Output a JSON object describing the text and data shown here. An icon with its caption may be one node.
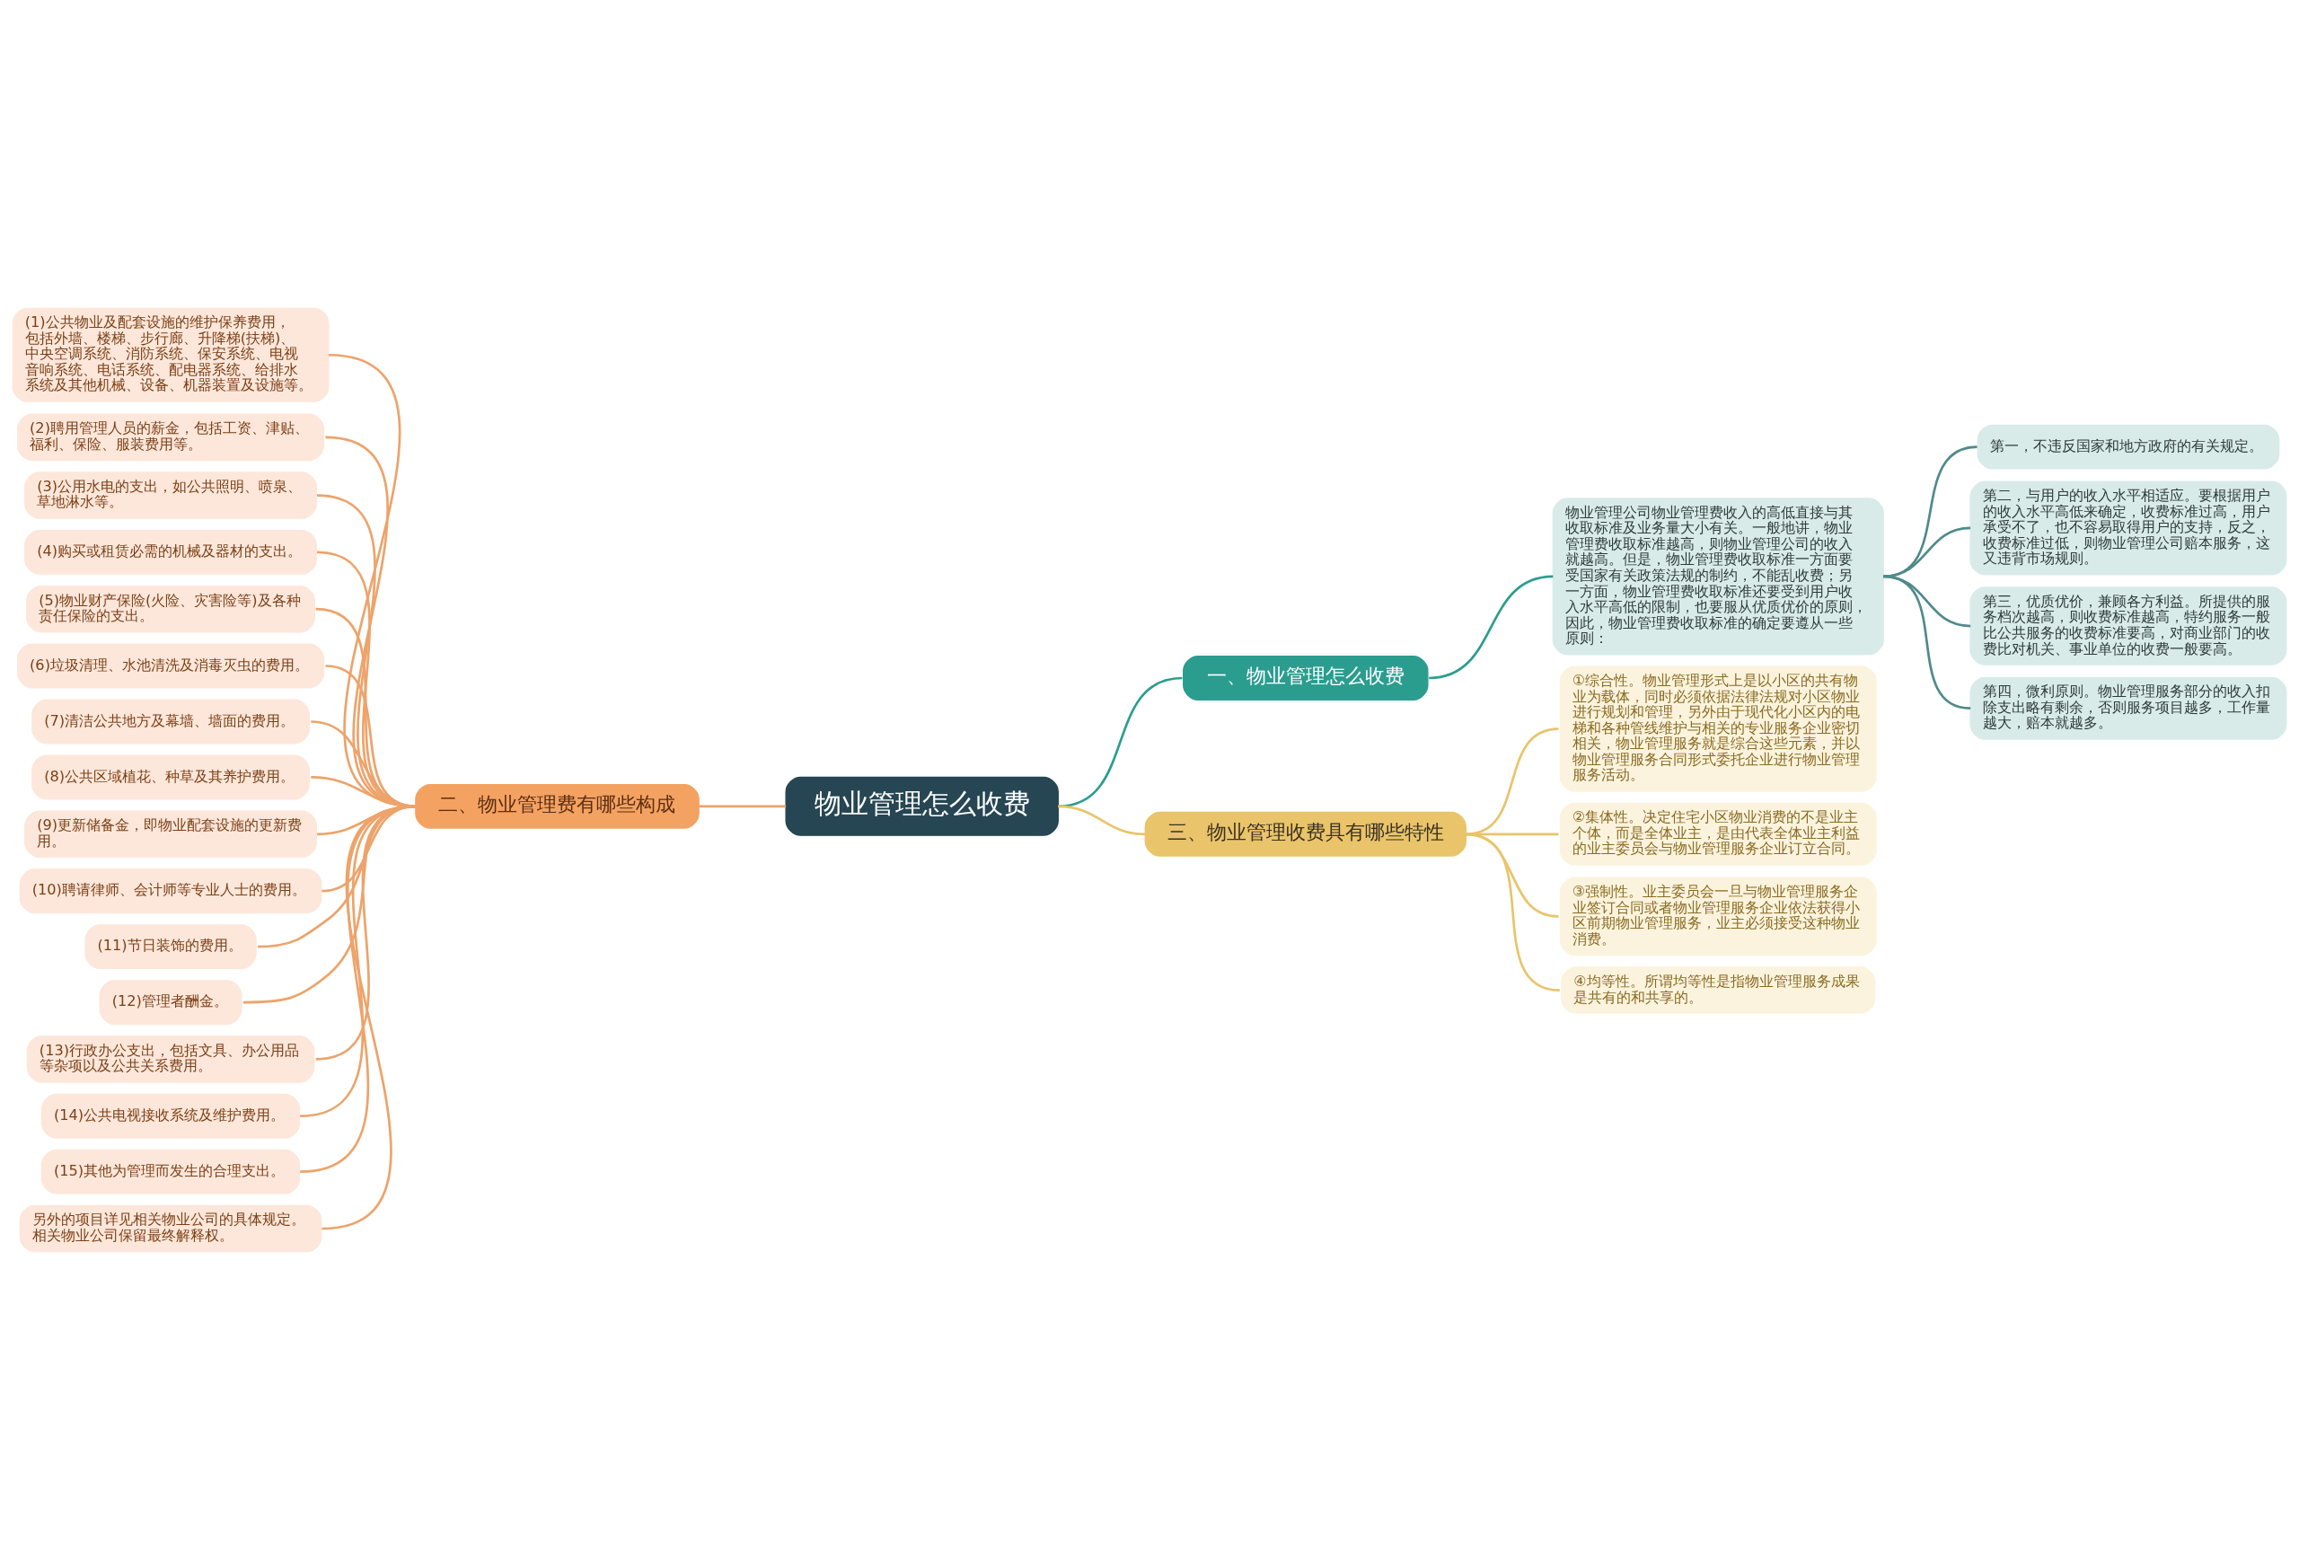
{
  "diagram": {
    "nodes": [
      {
        "text": [
          "物业管理怎么收费"
        ]
      },
      {
        "text": [
          "一、物业管理怎么收费"
        ]
      },
      {
        "text": [
          "物业管理公司物业管理费收入的高低直接与其收取标准及业务量大小有关。一般地讲，物业管理费收取标准越高，则物业管理公司的收入就越高。但是，物业管理费收取标准一方面要受国家有关政策法规的制约，不能乱收费；另一方面，物业管理费收取标准还要受到用户收入水平高低的限制，也要服从优质优价的原则，因此，物业管理费收取标准的确定要遵从一些原则："
        ]
      },
      {
        "text": [
          "第一，不违反国家和地方政府的有关规定。"
        ]
      },
      {
        "text": [
          "第二，与用户的收入水平相适应。要根据用户的收入水平高低来确定，收费标准过高，用户承受不了，也不容易取得用户的支持，反之，收费标准过低，则物业管理公司赔本服务，这又违背市场规则。"
        ]
      },
      {
        "text": [
          "第三，优质优价，兼顾各方利益。所提供的服务档次越高，则收费标准越高，特约服务一般比公共服务的收费标准要高，对商业部门的收费比对机关、事业单位的收费一般要高。"
        ]
      },
      {
        "text": [
          "第四，微利原则。物业管理服务部分的收入扣除支出略有剩余，否则服务项目越多，工作量越大，赔本就越多。"
        ]
      },
      {
        "text": [
          "二、物业管理费有哪些构成"
        ]
      },
      {
        "text": [
          "(1)公共物业及配套设施的维护保养费用，包括外墙、楼梯、步行廊、升降梯(扶梯)、中央空调系统、消防系统、保安系统、电视音响系统、电话系统、配电器系统、给排水系统及其他机械、设备、机器装置及设施等。"
        ]
      },
      {
        "text": [
          "(2)聘用管理人员的薪金，包括工资、津贴、福利、保险、服装费用等。"
        ]
      },
      {
        "text": [
          "(3)公用水电的支出，如公共照明、喷泉、草地淋水等。"
        ]
      },
      {
        "text": [
          "(4)购买或租赁必需的机械及器材的支出。"
        ]
      },
      {
        "text": [
          "(5)物业财产保险(火险、灾害险等)及各种责任保险的支出。"
        ]
      },
      {
        "text": [
          "(6)垃圾清理、水池清洗及消毒灭虫的费用。"
        ]
      },
      {
        "text": [
          "(7)清洁公共地方及幕墙、墙面的费用。"
        ]
      },
      {
        "text": [
          "(8)公共区域植花、种草及其养护费用。"
        ]
      },
      {
        "text": [
          "(9)更新储备金，即物业配套设施的更新费用。"
        ]
      },
      {
        "text": [
          "(10)聘请律师、会计师等专业人士的费用。"
        ]
      },
      {
        "text": [
          "(11)节日装饰的费用。"
        ]
      },
      {
        "text": [
          "(12)管理者酬金。"
        ]
      },
      {
        "text": [
          "(13)行政办公支出，包括文具、办公用品等杂项以及公共关系费用。"
        ]
      },
      {
        "text": [
          "(14)公共电视接收系统及维护费用。"
        ]
      },
      {
        "text": [
          "(15)其他为管理而发生的合理支出。"
        ]
      },
      {
        "text": [
          "另外的项目详见相关物业公司的具体规定。相关物业公司保留最终解释权。"
        ]
      },
      {
        "text": [
          "三、物业管理收费具有哪些特性"
        ]
      },
      {
        "text": [
          "①综合性。物业管理形式上是以小区的共有物业为载体，同时必须依据法律法规对小区物业进行规划和管理，另外由于现代化小区内的电梯和各种管线维护与相关的专业服务企业密切相关，物业管理服务就是综合这些元素，并以物业管理服务合同形式委托企业进行物业管理服务活动。"
        ]
      },
      {
        "text": [
          "②集体性。决定住宅小区物业消费的不是业主个体，而是全体业主，是由代表全体业主利益的业主委员会与物业管理服务企业订立合同。"
        ]
      },
      {
        "text": [
          "③强制性。业主委员会一旦与物业管理服务企业签订合同或者物业管理服务企业依法获得小区前期物业管理服务，业主必须接受这种物业消费。"
        ]
      },
      {
        "text": [
          "④均等性。所谓均等性是指物业管理服务成果是共有的和共享的。"
        ]
      }
    ],
    "edges": [
      {
        "from": 0,
        "to": 1,
        "arrow": "none",
        "color": "#2a9d8f"
      },
      {
        "from": 1,
        "to": 2,
        "arrow": "none",
        "color": "#2a9d8f"
      },
      {
        "from": 2,
        "to": 3,
        "arrow": "none",
        "color": "#4f8a8b"
      },
      {
        "from": 2,
        "to": 4,
        "arrow": "none",
        "color": "#4f8a8b"
      },
      {
        "from": 2,
        "to": 5,
        "arrow": "none",
        "color": "#4f8a8b"
      },
      {
        "from": 2,
        "to": 6,
        "arrow": "none",
        "color": "#4f8a8b"
      },
      {
        "from": 7,
        "to": 0,
        "arrow": "none"
      },
      {
        "from": 8,
        "to": 7,
        "arrow": "none"
      },
      {
        "from": 9,
        "to": 7,
        "arrow": "none"
      },
      {
        "from": 10,
        "to": 7,
        "arrow": "none"
      },
      {
        "from": 11,
        "to": 7,
        "arrow": "none"
      },
      {
        "from": 12,
        "to": 7,
        "arrow": "none"
      },
      {
        "from": 13,
        "to": 7,
        "arrow": "none"
      },
      {
        "from": 14,
        "to": 7,
        "arrow": "none"
      },
      {
        "from": 15,
        "to": 7,
        "arrow": "none"
      },
      {
        "from": 16,
        "to": 7,
        "arrow": "none"
      },
      {
        "from": 17,
        "to": 7,
        "arrow": "none"
      },
      {
        "from": 18,
        "to": 7,
        "arrow": "none"
      },
      {
        "from": 19,
        "to": 7,
        "arrow": "none"
      },
      {
        "from": 20,
        "to": 7,
        "arrow": "none"
      },
      {
        "from": 21,
        "to": 7,
        "arrow": "none"
      },
      {
        "from": 22,
        "to": 7,
        "arrow": "none"
      },
      {
        "from": 23,
        "to": 7,
        "arrow": "none"
      },
      {
        "from": 0,
        "to": 24,
        "arrow": "none",
        "color": "#e9c46a"
      },
      {
        "from": 24,
        "to": 25,
        "arrow": "none",
        "color": "#e9c46a"
      },
      {
        "from": 24,
        "to": 26,
        "arrow": "none",
        "color": "#e9c46a"
      },
      {
        "from": 24,
        "to": 27,
        "arrow": "none",
        "color": "#e9c46a"
      },
      {
        "from": 24,
        "to": 28,
        "arrow": "none",
        "color": "#e9c46a"
      }
    ]
  }
}
